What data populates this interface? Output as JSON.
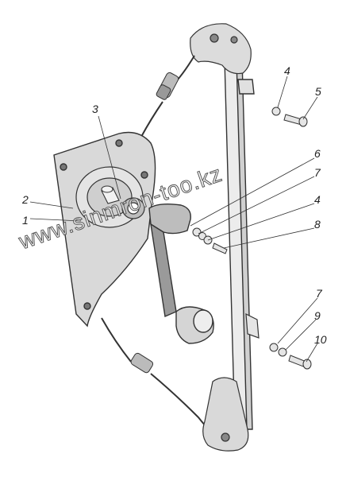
{
  "callouts": [
    {
      "label": "1"
    },
    {
      "label": "2"
    },
    {
      "label": "3"
    },
    {
      "label": "4"
    },
    {
      "label": "5"
    },
    {
      "label": "6"
    },
    {
      "label": "7"
    },
    {
      "label": "4"
    },
    {
      "label": "8"
    },
    {
      "label": "7"
    },
    {
      "label": "9"
    },
    {
      "label": "10"
    }
  ],
  "watermark": "www.sinmron-too.kz",
  "colors": {
    "line": "#333333",
    "plate_fill": "#d9d9d9",
    "metal_fill": "#e8e8e8",
    "shadow": "#777777"
  }
}
